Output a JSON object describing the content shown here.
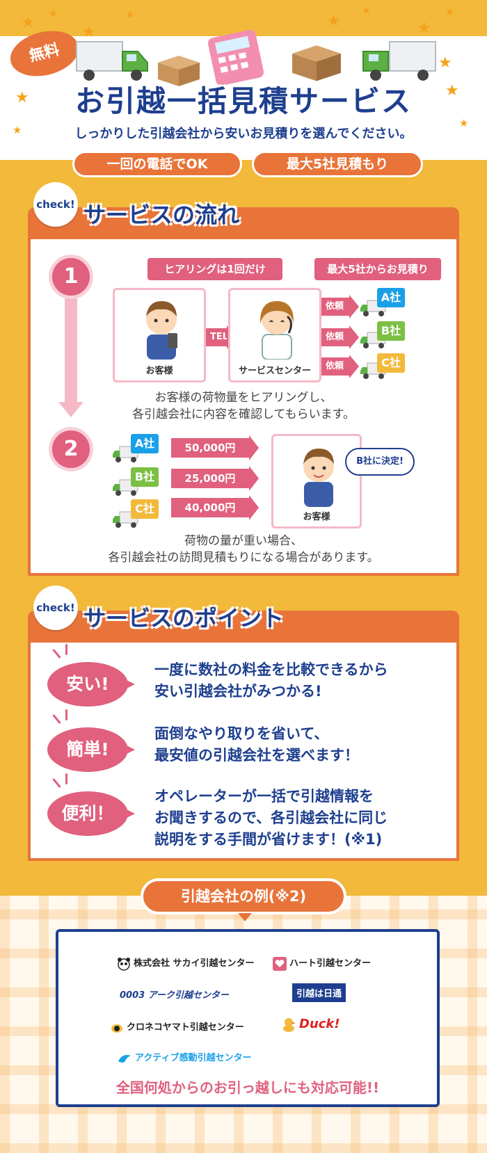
{
  "hero": {
    "badge": "無料",
    "title": "お引越一括見積サービス",
    "subtitle": "しっかりした引越会社から安いお見積りを選んでください。",
    "pill_left": "一回の電話でOK",
    "pill_right": "最大5社見積もり"
  },
  "flow": {
    "check_label": "check!",
    "title": "サービスの流れ",
    "step1": "1",
    "step2": "2",
    "tag_hearing": "ヒアリングは1回だけ",
    "tag_max": "最大5社からお見積り",
    "customer_label": "お客様",
    "center_label": "サービスセンター",
    "tel_label": "TEL",
    "request_label": "依頼",
    "companies": [
      "A社",
      "B社",
      "C社"
    ],
    "company_colors": [
      "#1aa0e8",
      "#7bc043",
      "#f2b93b"
    ],
    "desc1_line1": "お客様の荷物量をヒアリングし、",
    "desc1_line2": "各引越会社に内容を確認してもらいます。",
    "prices": [
      "50,000円",
      "25,000円",
      "40,000円"
    ],
    "customer2_label": "お客様",
    "decision": "B社に決定!",
    "desc2_line1": "荷物の量が重い場合、",
    "desc2_line2": "各引越会社の訪問見積もりになる場合があります。"
  },
  "points": {
    "check_label": "check!",
    "title": "サービスのポイント",
    "items": [
      {
        "badge": "安い!",
        "line1": "一度に数社の料金を比較できるから",
        "line2": "安い引越会社がみつかる!",
        "line3": ""
      },
      {
        "badge": "簡単!",
        "line1": "面倒なやり取りを省いて、",
        "line2": "最安値の引越会社を選べます！",
        "line3": ""
      },
      {
        "badge": "便利！",
        "line1": "オペレーターが一括で引越情報を",
        "line2": "お聞きするので、各引越会社に同じ",
        "line3": "説明をする手間が省けます！(※1)"
      }
    ]
  },
  "companies": {
    "title": "引越会社の例(※2)",
    "logos": [
      "株式会社 サカイ引越センター",
      "ハート引越センター",
      "0003 アーク引越センター",
      "引越は日通",
      "クロネコヤマト引越センター",
      "Duck!",
      "アクティブ感動引越センター"
    ],
    "nationwide": "全国何処からのお引っ越しにも対応可能!!"
  }
}
